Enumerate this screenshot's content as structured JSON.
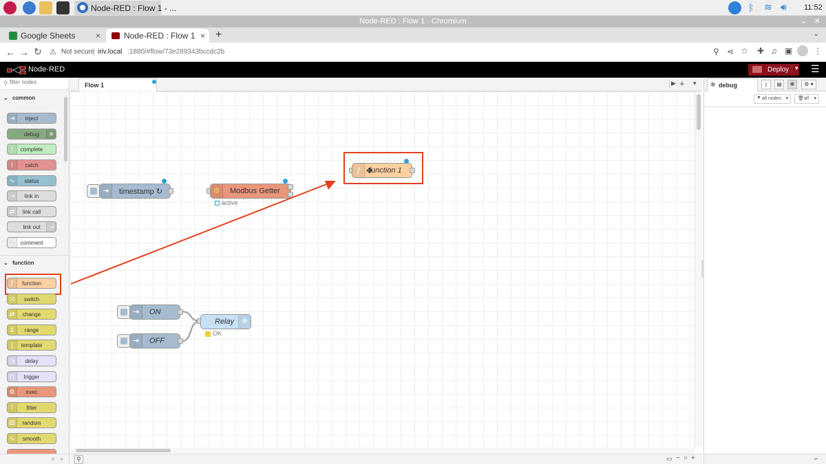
{
  "taskbar": {
    "chrome_task_label": "Node-RED : Flow 1 - ...",
    "clock": "11:52"
  },
  "window": {
    "title": "Node-RED : Flow 1 - Chromium"
  },
  "browser_tabs": [
    {
      "label": "Google Sheets",
      "close": "×"
    },
    {
      "label": "Node-RED : Flow 1",
      "close": "×"
    }
  ],
  "address": {
    "security": "Not secure",
    "url_host": "iriv.local",
    "url_rest": ":1880/#flow/73e289343bccdc2b"
  },
  "nodered": {
    "brand": "Node-RED",
    "deploy_label": "Deploy"
  },
  "palette": {
    "filter_placeholder": "filter nodes",
    "sections": [
      {
        "title": "common",
        "nodes": [
          "inject",
          "debug",
          "complete",
          "catch",
          "status",
          "link in",
          "link call",
          "link out",
          "comment"
        ]
      },
      {
        "title": "function",
        "nodes": [
          "function",
          "switch",
          "change",
          "range",
          "template",
          "delay",
          "trigger",
          "exec",
          "filter",
          "random",
          "smooth"
        ]
      }
    ]
  },
  "workspace": {
    "tab_label": "Flow 1"
  },
  "flow": {
    "timestamp_label": "timestamp ↻",
    "modbus_label": "Modbus Getter",
    "modbus_status": "active",
    "function1_label": "function 1",
    "on_label": "ON",
    "off_label": "OFF",
    "relay_label": "Relay",
    "relay_status": "OK"
  },
  "sidebar": {
    "tab_label": "debug",
    "filter_nodes": "all nodes",
    "clear_label": "all"
  },
  "colors": {
    "accent_red": "#e2401f",
    "deploy_red": "#8c101c",
    "inject_blue": "#a6bbcf",
    "function_orange": "#fdd0a2",
    "modbus_orange": "#e9967a",
    "relay_blue": "#c7e0f4"
  }
}
